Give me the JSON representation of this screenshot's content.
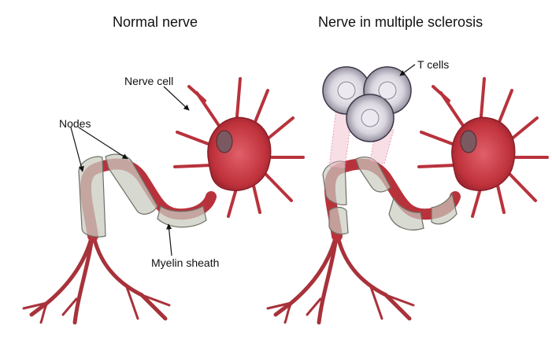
{
  "titles": {
    "left": "Normal nerve",
    "right": "Nerve in multiple sclerosis"
  },
  "labels": {
    "nerve_cell": "Nerve cell",
    "nodes": "Nodes",
    "myelin_sheath": "Myelin sheath",
    "t_cells": "T cells"
  },
  "colors": {
    "neuron_red": "#c0323c",
    "neuron_dark": "#8a1e28",
    "nucleus": "#7a5a60",
    "myelin": "#c9ccc0",
    "t_cell": "#cfcad6"
  }
}
